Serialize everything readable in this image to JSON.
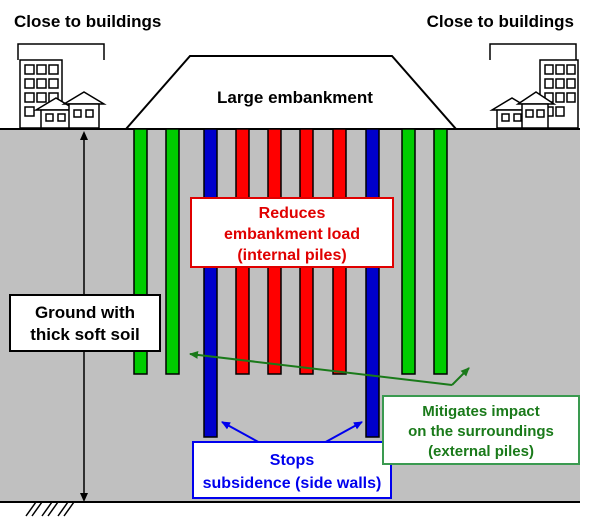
{
  "top_labels": {
    "left": "Close to buildings",
    "right": "Close to buildings"
  },
  "embankment": {
    "label": "Large embankment"
  },
  "ground_label": {
    "line1": "Ground with",
    "line2": "thick soft soil"
  },
  "internal_box": {
    "line1": "Reduces",
    "line2": "embankment load",
    "line3": "(internal piles)"
  },
  "side_box": {
    "line1": "Stops",
    "line2": "subsidence (side walls)"
  },
  "external_box": {
    "line1": "Mitigates impact",
    "line2": "on the surroundings",
    "line3": "(external piles)"
  },
  "colors": {
    "ground": "#c0c0c0",
    "internal_piles": "#ff0000",
    "side_walls": "#0000cc",
    "external_piles": "#00cc00",
    "internal_text": "#e00000",
    "side_text": "#0000ee",
    "external_text": "#1a7a1a",
    "external_border": "#3a9a50"
  },
  "icons": [
    "apartment-building-icon",
    "house-icon",
    "bedrock-hatch-icon"
  ]
}
